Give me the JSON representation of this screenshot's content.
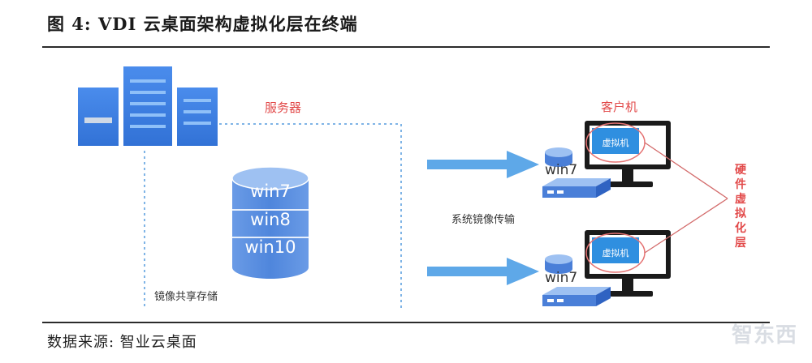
{
  "figure": {
    "title": "图 4:  VDI 云桌面架构虚拟化层在终端",
    "source": "数据来源:  智业云桌面"
  },
  "diagram": {
    "server_label": "服务器",
    "storage_label": "镜像共享存储",
    "images": [
      "win7",
      "win8",
      "win10"
    ],
    "client_label": "客户机",
    "transfer_label": "系统镜像传输",
    "vm_label": "虚拟机",
    "client_os": "win7",
    "hw_layer_label": "硬件虚拟化层"
  },
  "watermark": "智东西",
  "colors": {
    "server_blue": "#3f7fe0",
    "arrow_blue": "#5ea8e8",
    "disk_blue": "#4a7fd8",
    "label_red": "#e24a4a",
    "monitor_black": "#1a1a1a",
    "screen_blue": "#2f8fe0"
  }
}
